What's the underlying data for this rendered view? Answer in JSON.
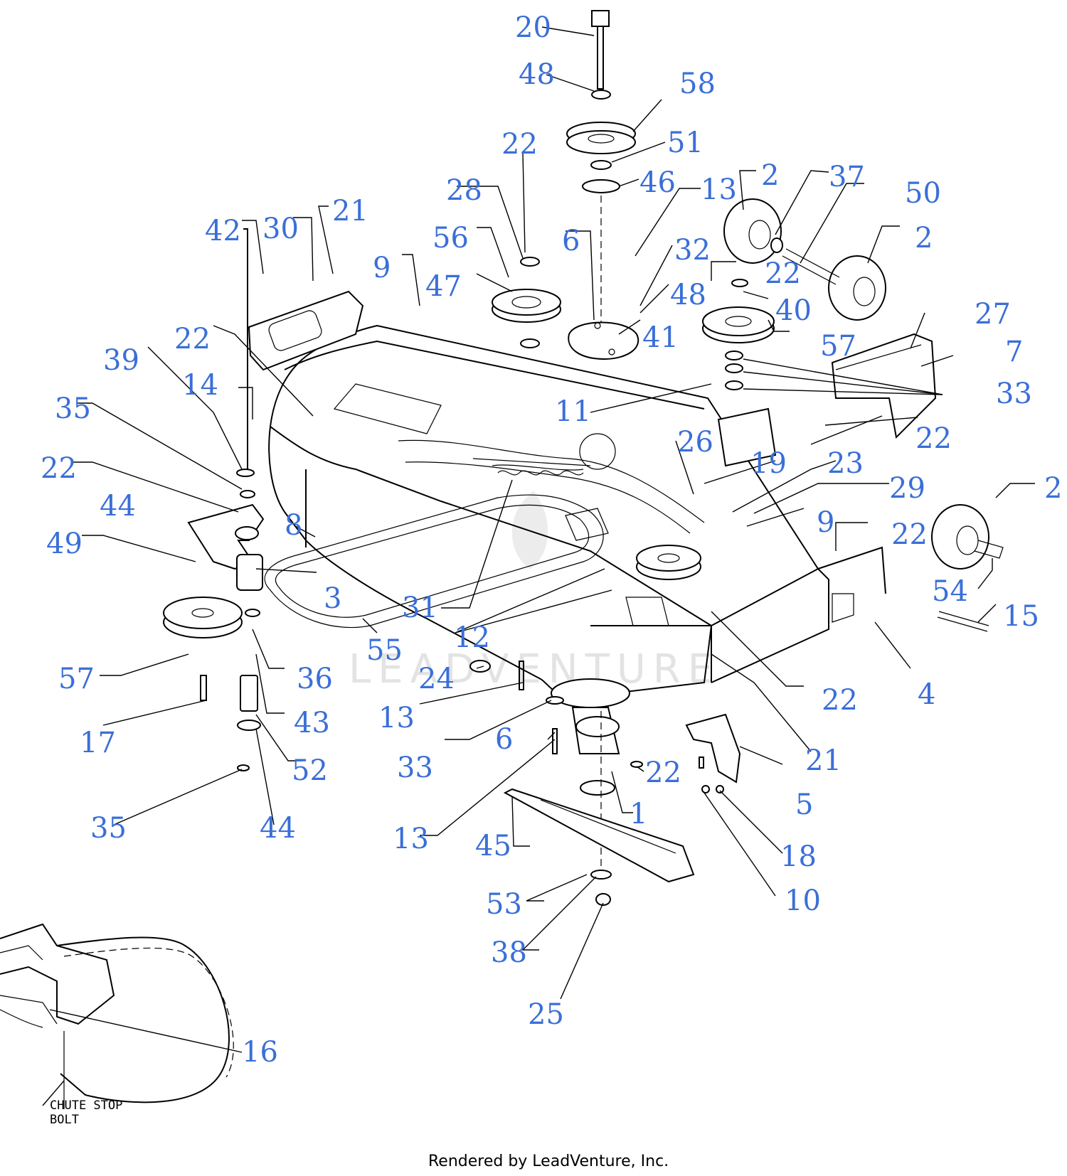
{
  "watermark_text": "LEADVENTURE",
  "note_text": [
    "CHUTE STOP",
    "BOLT"
  ],
  "footer_text": "Rendered by LeadVenture, Inc.",
  "colors": {
    "callout": "#3a6fd8",
    "line": "#000000",
    "watermark": "#e3e3e3"
  },
  "callouts": [
    "20",
    "48",
    "58",
    "22",
    "51",
    "46",
    "28",
    "13",
    "2",
    "37",
    "50",
    "56",
    "6",
    "32",
    "47",
    "48",
    "2",
    "22",
    "42",
    "30",
    "21",
    "9",
    "40",
    "41",
    "57",
    "27",
    "7",
    "22",
    "33",
    "39",
    "11",
    "14",
    "35",
    "26",
    "19",
    "23",
    "22",
    "22",
    "8",
    "29",
    "9",
    "44",
    "22",
    "49",
    "3",
    "31",
    "54",
    "12",
    "2",
    "15",
    "57",
    "55",
    "36",
    "24",
    "22",
    "4",
    "13",
    "17",
    "43",
    "33",
    "6",
    "21",
    "22",
    "5",
    "52",
    "1",
    "35",
    "44",
    "13",
    "45",
    "18",
    "10",
    "53",
    "38",
    "25",
    "16"
  ]
}
